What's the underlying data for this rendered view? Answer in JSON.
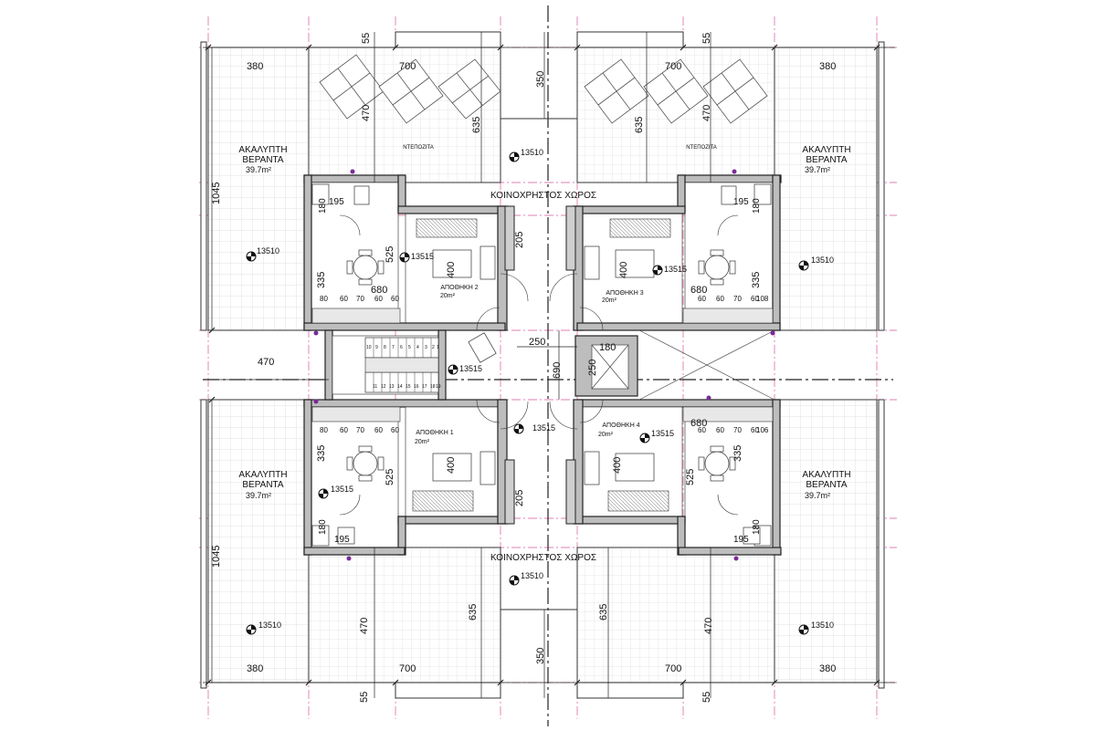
{
  "labels": {
    "uncovered_veranda_line1": "ΑΚΑΛΥΠΤΗ",
    "uncovered_veranda_line2": "ΒΕΡΑΝΤΑ",
    "veranda_area": "39.7m²",
    "common_area": "ΚΟΙΝΟΧΡΗΣΤΟΣ ΧΩΡΟΣ",
    "tank": "ΝΤΕΠΟΖΙΤΑ",
    "storage_1": "ΑΠΟΘΗΚΗ 1",
    "storage_2": "ΑΠΟΘΗΚΗ 2",
    "storage_3": "ΑΠΟΘΗΚΗ 3",
    "storage_4": "ΑΠΟΘΗΚΗ 4",
    "storage_area": "20m²",
    "level_13510": "13510",
    "level_13515": "13515"
  },
  "dimensions": {
    "d380": "380",
    "d700": "700",
    "d350": "350",
    "d55": "55",
    "d470": "470",
    "d635": "635",
    "d1045": "1045",
    "d195": "195",
    "d180": "180",
    "d525": "525",
    "d335": "335",
    "d680": "680",
    "d400": "400",
    "d205": "205",
    "d250": "250",
    "d690": "690",
    "d80": "80",
    "d60": "60",
    "d70": "70",
    "d108": "108",
    "d106": "106"
  },
  "stairs": {
    "upper_steps": [
      "10",
      "9",
      "8",
      "7",
      "6",
      "5",
      "4",
      "3",
      "2",
      "1"
    ],
    "lower_steps": [
      "11",
      "12",
      "13",
      "14",
      "15",
      "16",
      "17",
      "18",
      "19"
    ]
  }
}
